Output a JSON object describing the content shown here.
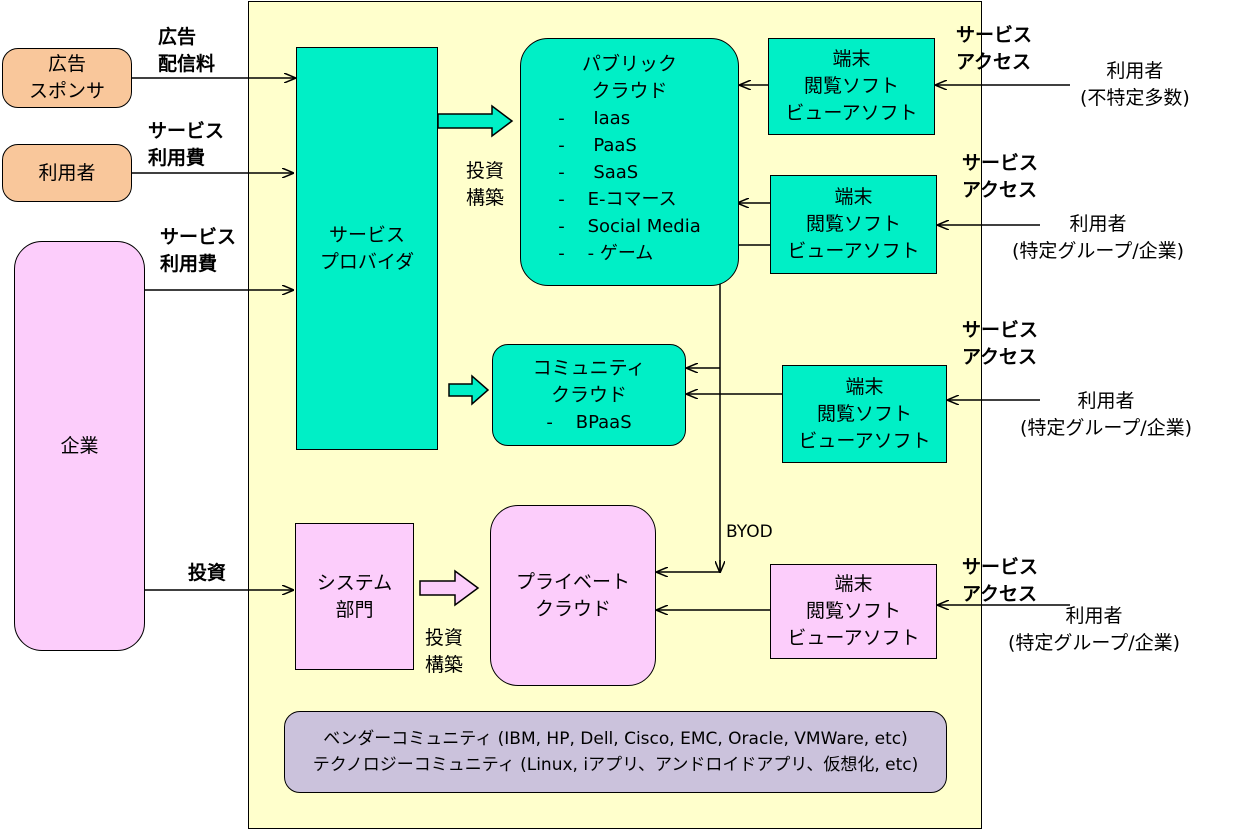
{
  "left": {
    "ad_sponsor": "広告\nスポンサ",
    "user": "利用者",
    "enterprise": "企業"
  },
  "flow_labels": {
    "ad_fee": "広告\n配信料",
    "service_fee_1": "サービス\n利用費",
    "service_fee_2": "サービス\n利用費",
    "investment": "投資",
    "invest_build_1": "投資\n構築",
    "invest_build_2": "投資\n構築",
    "byod": "BYOD"
  },
  "center": {
    "service_provider": "サービス\nプロバイダ",
    "system_dept": "システム\n部門",
    "public_cloud": {
      "title": "パブリック\nクラウド",
      "items": [
        "-     Iaas",
        "-     PaaS",
        "-     SaaS",
        "-    E-コマース",
        "-    Social Media",
        "-    - ゲーム"
      ]
    },
    "community_cloud": {
      "title": "コミュニティ\nクラウド",
      "items": [
        "-    BPaaS"
      ]
    },
    "private_cloud": "プライベート\nクラウド",
    "vendor_community": "ベンダーコミュニティ (IBM, HP, Dell, Cisco, EMC, Oracle, VMWare, etc)\nテクノロジーコミュニティ (Linux, iアプリ、アンドロイドアプリ、仮想化, etc)"
  },
  "terminals": {
    "t1": "端末\n閲覧ソフト\nビューアソフト",
    "t2": "端末\n閲覧ソフト\nビューアソフト",
    "t3": "端末\n閲覧ソフト\nビューアソフト",
    "t4": "端末\n閲覧ソフト\nビューアソフト"
  },
  "access_labels": {
    "a1": "サービス\nアクセス",
    "a2": "サービス\nアクセス",
    "a3": "サービス\nアクセス",
    "a4": "サービス\nアクセス"
  },
  "right_users": {
    "u1": "利用者\n(不特定多数)",
    "u2": "利用者\n(特定グループ/企業)",
    "u3": "利用者\n(特定グループ/企業)",
    "u4": "利用者\n(特定グループ/企業)"
  },
  "colors": {
    "orange": "#f9c79b",
    "pink": "#fccdfb",
    "teal": "#00efc6",
    "lavender": "#cbc2dc",
    "panel": "#ffffcc"
  }
}
